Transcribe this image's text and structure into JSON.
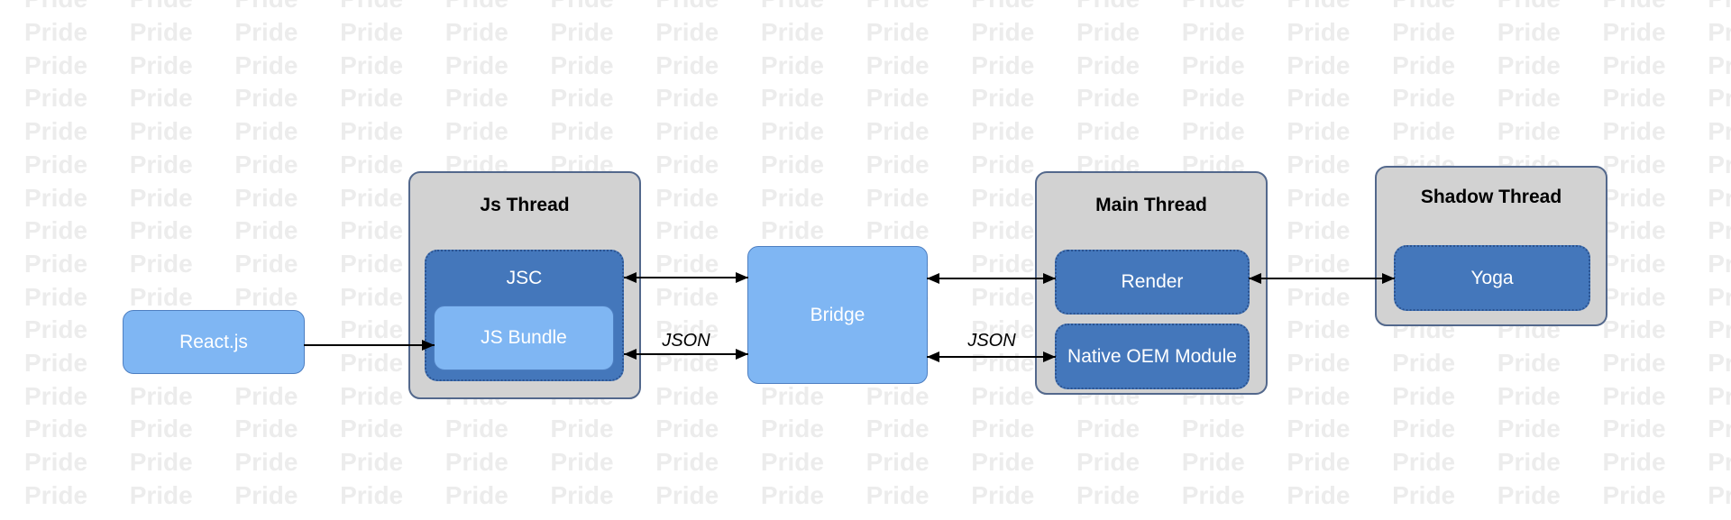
{
  "watermark": {
    "text": "Pride"
  },
  "diagram": {
    "js_thread": {
      "title": "Js Thread",
      "jsc_label": "JSC",
      "js_bundle_label": "JS Bundle"
    },
    "react_box": {
      "label": "React.js"
    },
    "bridge_box": {
      "label": "Bridge"
    },
    "main_thread": {
      "title": "Main Thread",
      "render_label": "Render",
      "native_label": "Native OEM Module"
    },
    "shadow_thread": {
      "title": "Shadow Thread",
      "yoga_label": "Yoga"
    },
    "arrow_labels": {
      "json_left": "JSON",
      "json_right": "JSON"
    },
    "colors": {
      "background": "#ffffff",
      "watermark_text": "#ececec",
      "container_fill": "#d2d2d2",
      "container_border": "#53688c",
      "dark_box_fill": "#4477bb",
      "dark_box_border": "#2b5390",
      "light_box_fill": "#7fb6f3",
      "light_box_border": "#4e7fc1",
      "arrow": "#000000",
      "title_text": "#000000",
      "box_text": "#ffffff"
    }
  }
}
